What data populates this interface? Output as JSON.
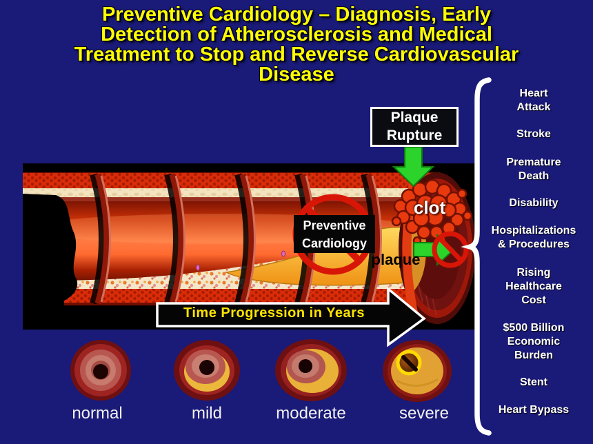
{
  "title": {
    "lines": [
      "Preventive Cardiology – Diagnosis, Early",
      "Detection of Atherosclerosis and Medical",
      "Treatment to Stop and Reverse Cardiovascular",
      "Disease"
    ]
  },
  "diagram": {
    "plaque_rupture_label": "Plaque\nRupture",
    "clot_label": "clot",
    "preventive_cardiology_label": "Preventive\nCardiology",
    "plaque_label": "plaque",
    "time_arrow_label": "Time Progression in Years"
  },
  "cross_sections": [
    {
      "label": "normal"
    },
    {
      "label": "mild"
    },
    {
      "label": "moderate"
    },
    {
      "label": "severe"
    }
  ],
  "consequences": {
    "items": [
      {
        "label": "Heart\nAttack"
      },
      {
        "label": "Stroke"
      },
      {
        "label": "Premature\nDeath"
      },
      {
        "label": "Disability"
      },
      {
        "label": "Hospitalizations\n& Procedures"
      },
      {
        "label": "Rising\nHealthcare\nCost"
      },
      {
        "label": "$500 Billion\nEconomic\nBurden"
      },
      {
        "label": "Stent"
      },
      {
        "label": "Heart Bypass"
      }
    ]
  },
  "colors": {
    "background": "#1a1a78",
    "title_yellow": "#ffff00",
    "time_arrow_text_yellow": "#ffe400",
    "arrow_green": "#2bd32b",
    "prohibition_red": "#d81607",
    "artery_red": "#d92c08",
    "plaque_yellow": "#f0b23a",
    "brace_white": "#ffffff"
  }
}
